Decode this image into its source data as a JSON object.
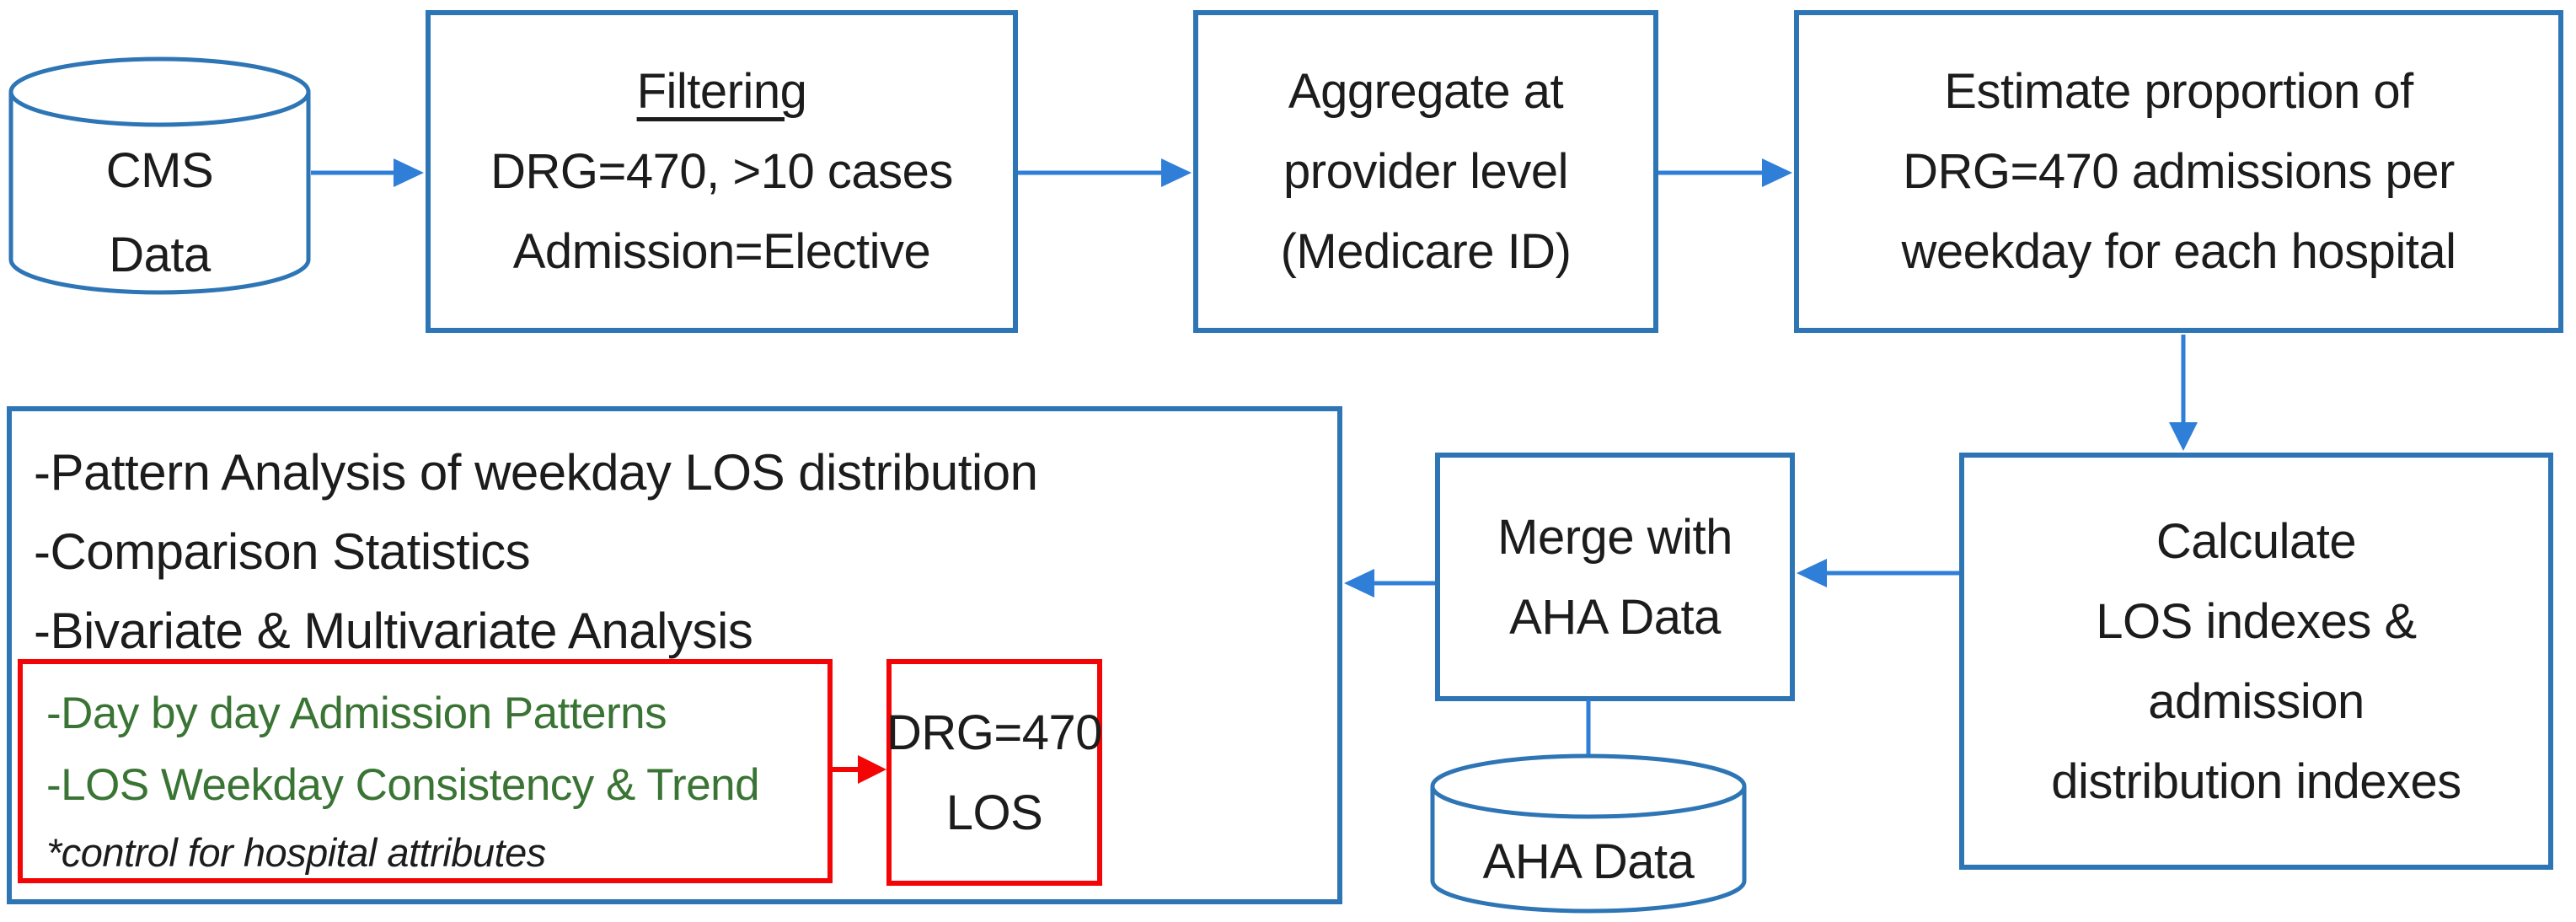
{
  "colors": {
    "border_blue": "#2e75b6",
    "arrow_blue": "#2f7ed8",
    "accent_red": "#f40505",
    "text_green": "#3a7434",
    "text_black": "#1c1c1c",
    "bg": "#ffffff"
  },
  "nodes": {
    "cms_cylinder": {
      "lines": [
        "CMS",
        "Data"
      ]
    },
    "filtering_box": {
      "title": "Filtering",
      "lines": [
        "DRG=470, >10 cases",
        "Admission=Elective"
      ]
    },
    "aggregate_box": {
      "lines": [
        "Aggregate at",
        "provider level",
        "(Medicare ID)"
      ]
    },
    "estimate_box": {
      "lines": [
        "Estimate proportion of",
        "DRG=470 admissions per",
        "weekday for each hospital"
      ]
    },
    "analysis_box": {
      "lines": [
        "-Pattern Analysis of weekday LOS distribution",
        "-Comparison Statistics",
        "-Bivariate & Multivariate Analysis"
      ]
    },
    "highlight_box": {
      "green_lines": [
        "-Day by day Admission Patterns",
        "-LOS Weekday Consistency & Trend"
      ],
      "note": "*control for hospital attributes"
    },
    "drg_los_box": {
      "lines": [
        "DRG=470",
        "LOS"
      ]
    },
    "merge_box": {
      "lines": [
        "Merge with",
        "AHA Data"
      ]
    },
    "aha_cylinder": {
      "lines": [
        "AHA Data"
      ]
    },
    "calculate_box": {
      "lines": [
        "Calculate",
        "LOS indexes &",
        "admission",
        "distribution indexes"
      ]
    }
  },
  "connections": [
    {
      "from": "cms-data-cylinder",
      "to": "filtering-box"
    },
    {
      "from": "filtering-box",
      "to": "aggregate-box"
    },
    {
      "from": "aggregate-box",
      "to": "estimate-box"
    },
    {
      "from": "estimate-box",
      "to": "calculate-box"
    },
    {
      "from": "calculate-box",
      "to": "merge-box"
    },
    {
      "from": "merge-box",
      "to": "analysis-box"
    },
    {
      "from": "merge-box",
      "to": "aha-data-cylinder",
      "type": "link-no-arrow"
    },
    {
      "from": "highlight-box",
      "to": "drg-los-box",
      "color": "red"
    }
  ]
}
